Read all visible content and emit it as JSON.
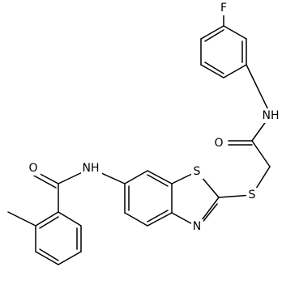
{
  "molecule": {
    "labels": {
      "fluorine": "F",
      "amide_nh_right": "NH",
      "amide_o_right": "O",
      "amide_o_left": "O",
      "amide_nh_left": "NH",
      "ring_sulfur": "S",
      "thioether_sulfur": "S",
      "thiazole_nitrogen": "N"
    },
    "colors": {
      "bond": "#000000",
      "label": "#000000",
      "background": "#ffffff"
    }
  }
}
